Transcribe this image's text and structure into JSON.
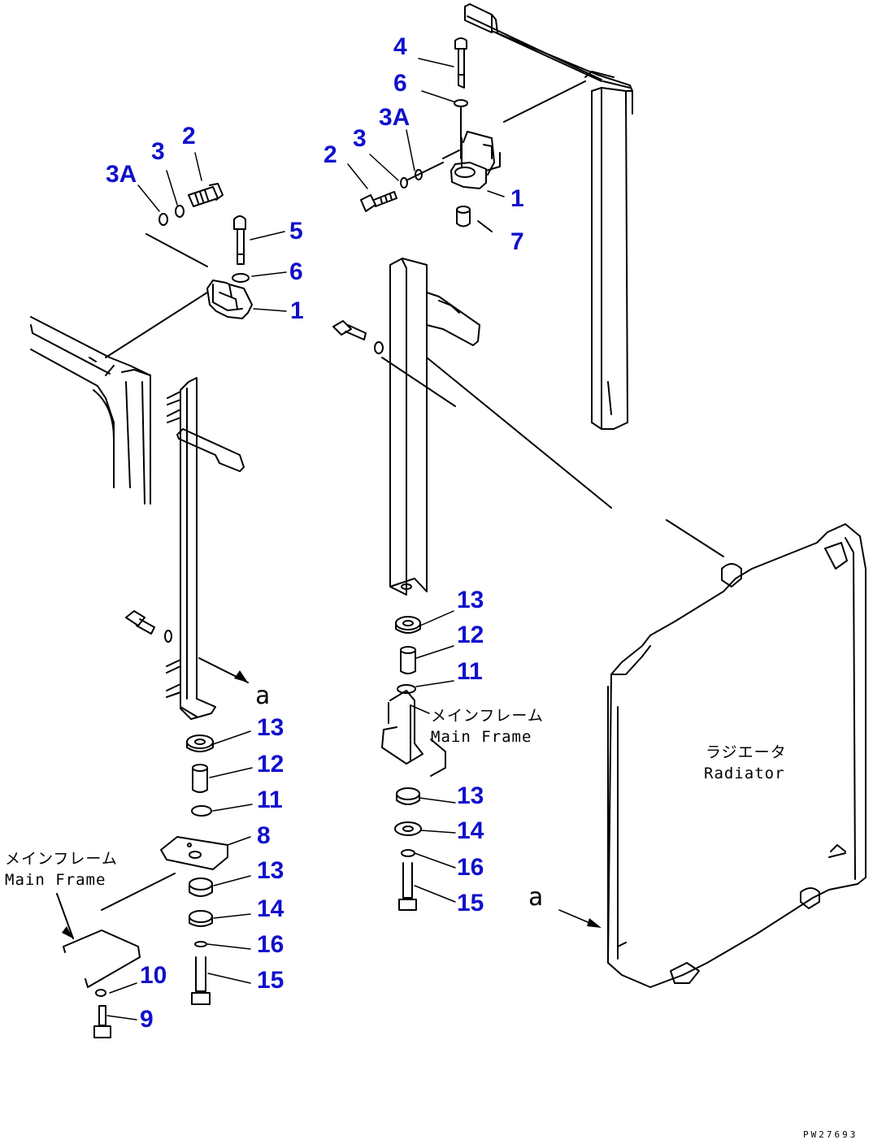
{
  "colors": {
    "callout": "#1010cc",
    "line": "#000000",
    "background": "#ffffff"
  },
  "callouts": {
    "l_3a": "3A",
    "l_3": "3",
    "l_2": "2",
    "l_5": "5",
    "l_6": "6",
    "l_1": "1",
    "l_13a": "13",
    "l_12": "12",
    "l_11": "11",
    "l_8": "8",
    "l_13b": "13",
    "l_14": "14",
    "l_16": "16",
    "l_15": "15",
    "l_10": "10",
    "l_9": "9",
    "r_4": "4",
    "r_6": "6",
    "r_3a": "3A",
    "r_3": "3",
    "r_2": "2",
    "r_1": "1",
    "r_7": "7",
    "r_13a": "13",
    "r_12": "12",
    "r_11": "11",
    "r_13b": "13",
    "r_14": "14",
    "r_16": "16",
    "r_15": "15"
  },
  "annotations": {
    "main_frame_jp": "メインフレーム",
    "main_frame_en": "Main Frame",
    "radiator_jp": "ラジエータ",
    "radiator_en": "Radiator",
    "view_marker": "a",
    "drawing_code": "PW27693"
  }
}
